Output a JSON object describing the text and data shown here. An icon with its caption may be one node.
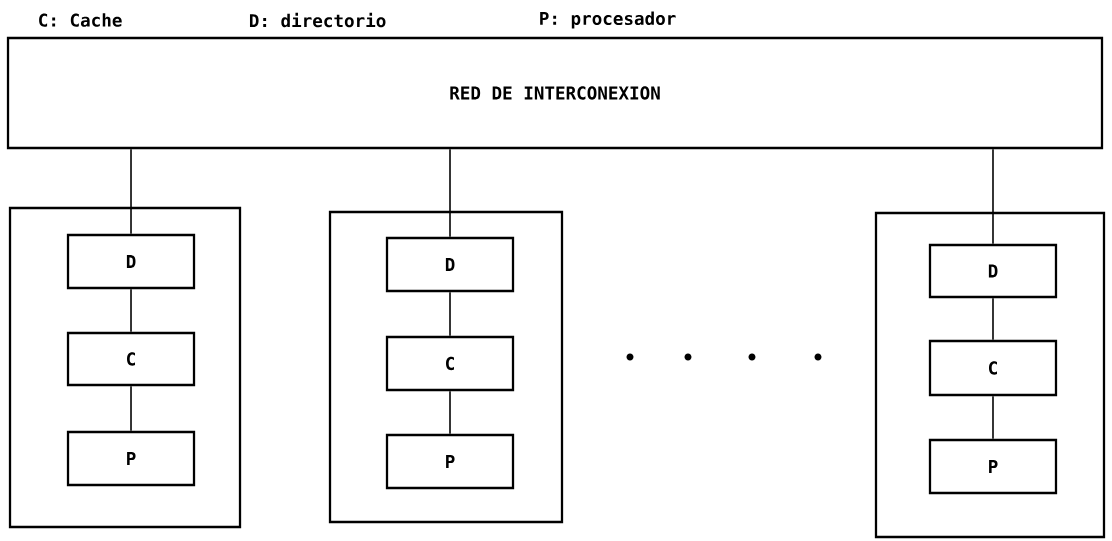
{
  "diagram": {
    "nodes": [
      {
        "text": [
          "RED DE INTERCONEXION"
        ]
      },
      {
        "text": [],
        "shape": "box"
      },
      {
        "text": [
          "D"
        ],
        "in": 1
      },
      {
        "text": [
          "C"
        ],
        "in": 1
      },
      {
        "text": [
          "P"
        ],
        "in": 1
      },
      {
        "text": [],
        "shape": "box"
      },
      {
        "text": [
          "D"
        ],
        "in": 5
      },
      {
        "text": [
          "C"
        ],
        "in": 5
      },
      {
        "text": [
          "P"
        ],
        "in": 5
      },
      {
        "text": [],
        "shape": "box"
      },
      {
        "text": [
          "D"
        ],
        "in": 9
      },
      {
        "text": [
          "C"
        ],
        "in": 9
      },
      {
        "text": [
          "P"
        ],
        "in": 9
      }
    ],
    "edges": [
      {
        "from": 0,
        "to": 2,
        "arrow": "none"
      },
      {
        "from": 2,
        "to": 3,
        "arrow": "none"
      },
      {
        "from": 3,
        "to": 4,
        "arrow": "none"
      },
      {
        "from": 0,
        "to": 6,
        "arrow": "none"
      },
      {
        "from": 6,
        "to": 7,
        "arrow": "none"
      },
      {
        "from": 7,
        "to": 8,
        "arrow": "none"
      },
      {
        "from": 0,
        "to": 10,
        "arrow": "none"
      },
      {
        "from": 10,
        "to": 11,
        "arrow": "none"
      },
      {
        "from": 11,
        "to": 12,
        "arrow": "none"
      }
    ],
    "labels": [
      "C: Cache",
      "D: directorio",
      "P: procesador"
    ]
  }
}
